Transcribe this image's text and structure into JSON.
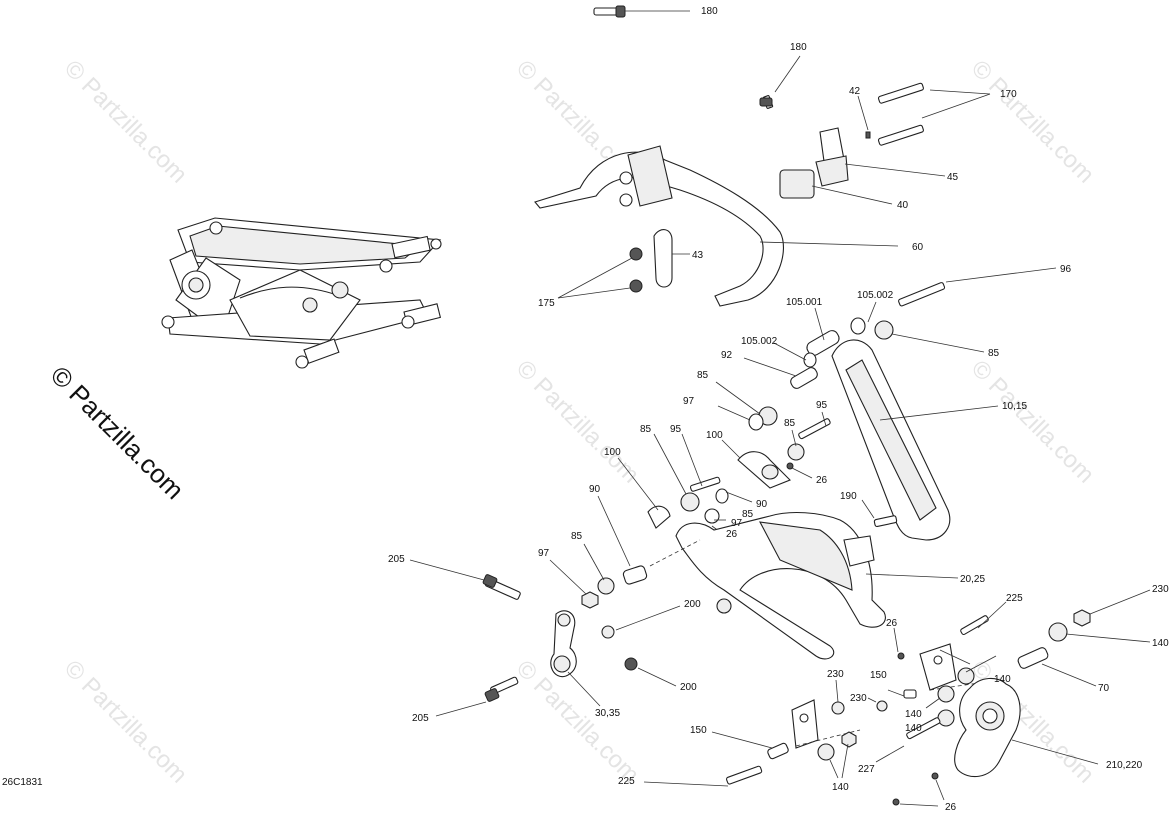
{
  "diagram": {
    "drawing_code": "26C1831",
    "watermark": "© Partzilla.com",
    "callouts": [
      "180",
      "180",
      "42",
      "170",
      "45",
      "40",
      "60",
      "43",
      "175",
      "96",
      "105.001",
      "105.002",
      "105.002",
      "92",
      "85",
      "85",
      "97",
      "95",
      "85",
      "10,15",
      "85",
      "95",
      "100",
      "100",
      "26",
      "190",
      "90",
      "90",
      "85",
      "97",
      "26",
      "97",
      "85",
      "205",
      "200",
      "20,25",
      "26",
      "225",
      "230",
      "140",
      "70",
      "200",
      "150",
      "140",
      "230",
      "230",
      "140",
      "140",
      "30,35",
      "205",
      "150",
      "227",
      "210,220",
      "225",
      "140",
      "26"
    ]
  }
}
